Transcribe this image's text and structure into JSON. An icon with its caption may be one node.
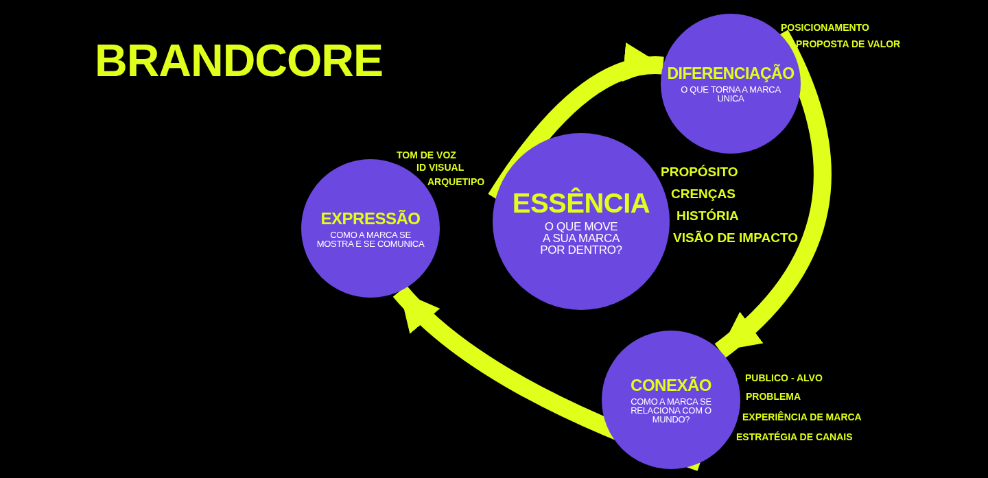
{
  "diagram": {
    "title": "BRANDCORE",
    "nodes": [
      {
        "text": [
          "ESSÊNCIA",
          "O QUE MOVE A SUA MARCA POR DENTRO?"
        ],
        "beside": [
          "PROPÓSITO",
          "CRENÇAS",
          "HISTÓRIA",
          "VISÃO DE IMPACTO"
        ]
      },
      {
        "text": [
          "DIFERENCIAÇÃO",
          "O QUE TORNA A MARCA UNICA"
        ],
        "beside": [
          "POSICIONAMENTO",
          "PROPOSTA DE VALOR"
        ]
      },
      {
        "text": [
          "CONEXÃO",
          "COMO A MARCA SE RELACIONA COM O MUNDO?"
        ],
        "beside": [
          "PUBLICO - ALVO",
          "PROBLEMA",
          "EXPERIÊNCIA DE MARCA",
          "ESTRATÉGIA DE CANAIS"
        ]
      },
      {
        "text": [
          "EXPRESSÃO",
          "COMO A MARCA SE MOSTRA E SE COMUNICA"
        ],
        "beside": [
          "TOM DE VOZ",
          "ID VISUAL",
          "ARQUETIPO"
        ]
      }
    ],
    "edges": [
      {
        "from": 0,
        "to": 1,
        "arrow": "to"
      },
      {
        "from": 1,
        "to": 2,
        "arrow": "to"
      },
      {
        "from": 2,
        "to": 3,
        "arrow": "to"
      }
    ]
  }
}
